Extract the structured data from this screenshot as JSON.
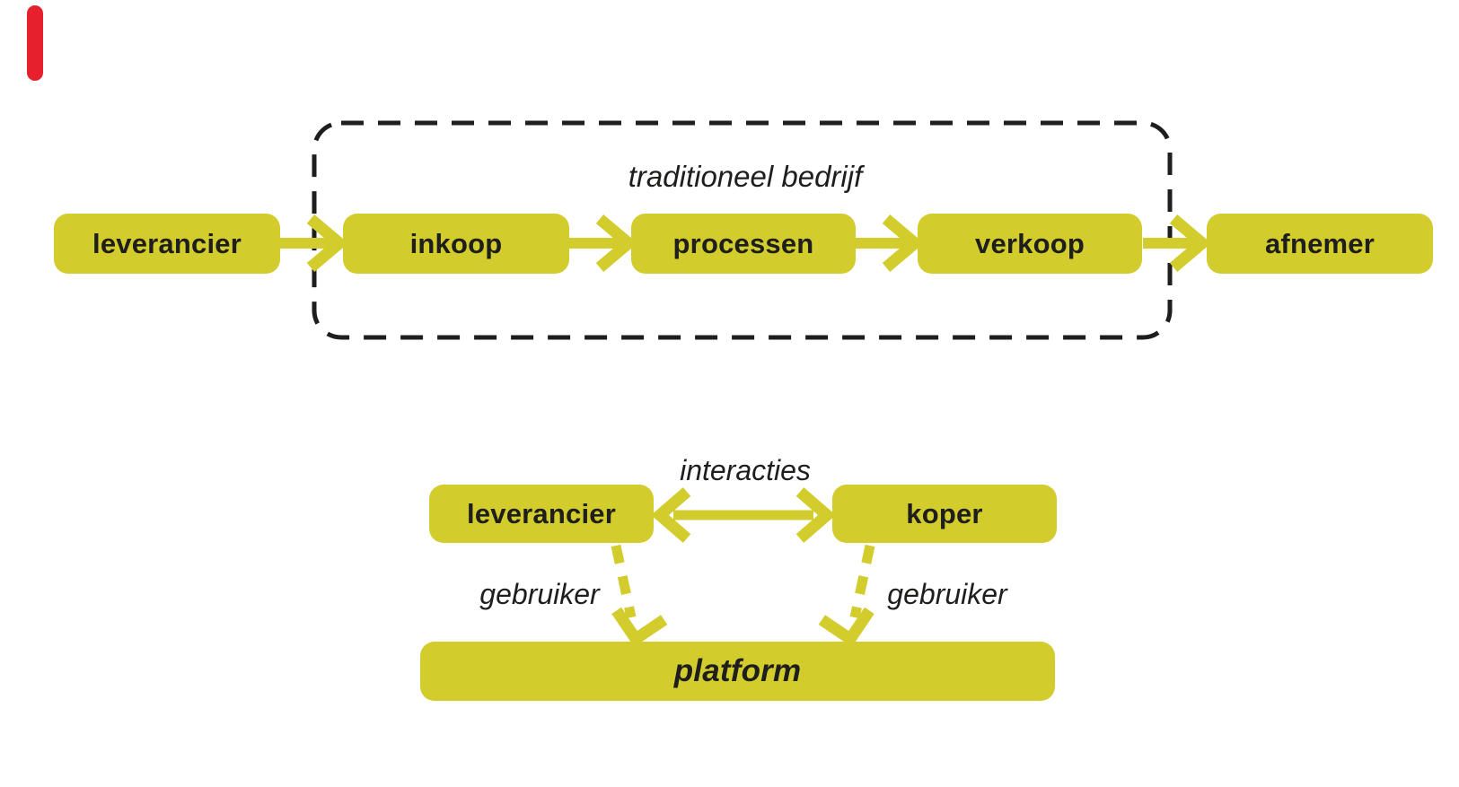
{
  "diagram_title": "",
  "colors": {
    "node_fill": "#d2cc2d",
    "text": "#1e1e1c",
    "background": "#ffffff",
    "dashed_frame": "#1e1e1c",
    "arrow": "#d2cc2d",
    "red_marker": "#e7202e"
  },
  "top_flow": {
    "frame_label": "traditioneel bedrijf",
    "nodes": [
      "leverancier",
      "inkoop",
      "processen",
      "verkoop",
      "afnemer"
    ]
  },
  "bottom_flow": {
    "interaction_label": "interacties",
    "supplier_label": "leverancier",
    "buyer_label": "koper",
    "left_user_label": "gebruiker",
    "right_user_label": "gebruiker",
    "platform_label": "platform"
  }
}
